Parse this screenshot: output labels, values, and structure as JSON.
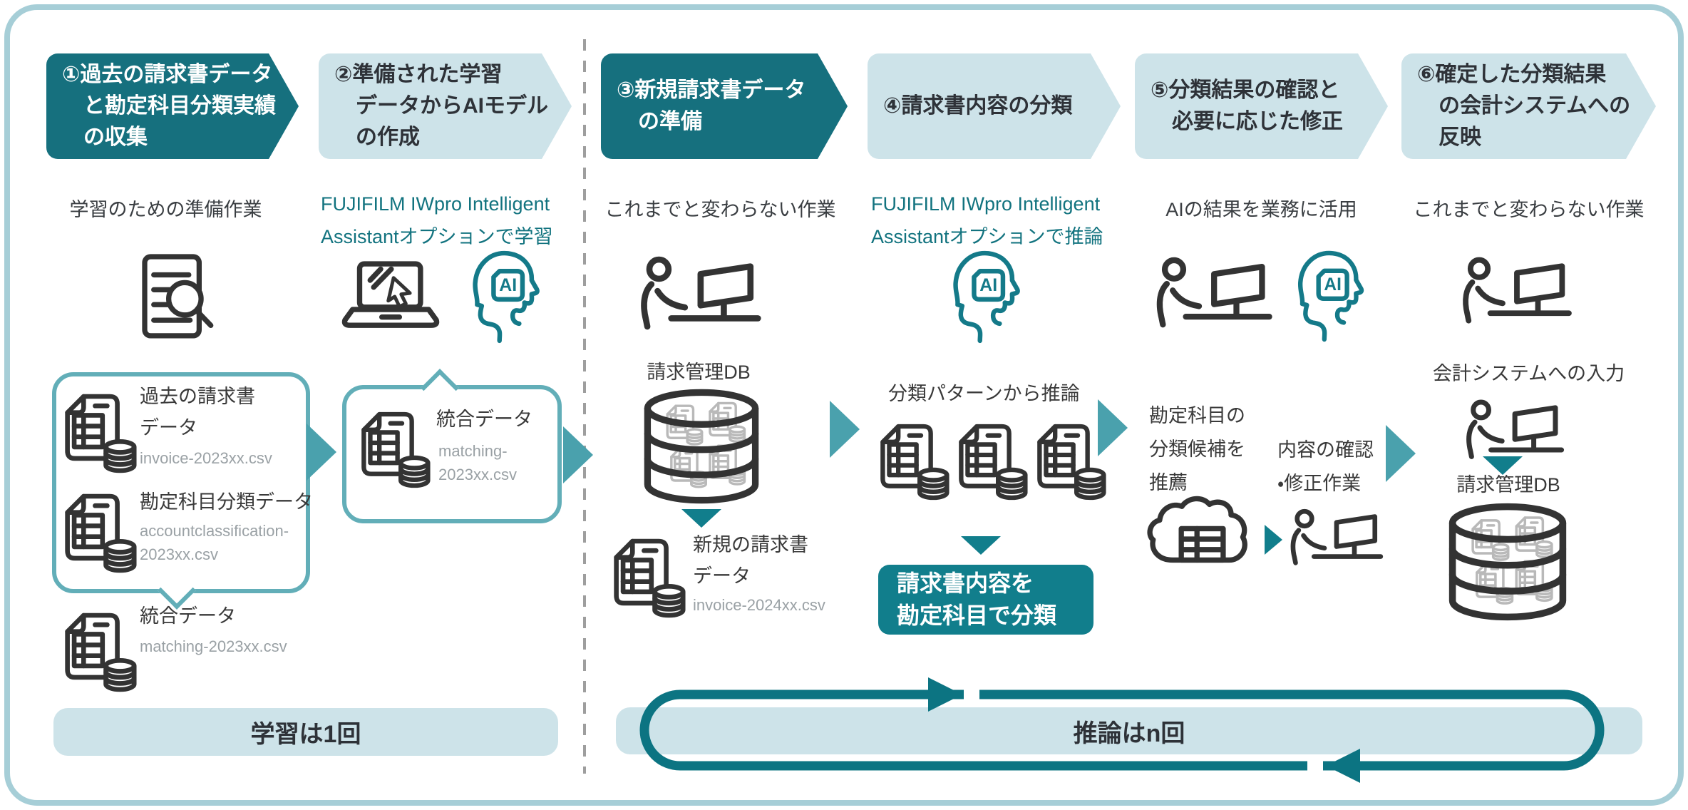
{
  "colors": {
    "teal_dark": "#16707e",
    "teal_box": "#117e8c",
    "teal_arrow": "#4aa1ad",
    "teal_icon": "#147a89",
    "light_blue": "#cde3e9",
    "bubble_border": "#62aeb8",
    "frame_border": "#a6ced7",
    "ink": "#333333",
    "file_gray": "#9aa1a5"
  },
  "icons": {
    "ai_chip": "AI"
  },
  "steps": [
    {
      "label": "①過去の請求書データ\n　と勘定科目分類実績\n　の収集",
      "subtitle": "学習のための準備作業"
    },
    {
      "label": "②準備された学習\n　データからAIモデル\n　の作成",
      "subtitle": "FUJIFILM IWpro Intelligent\nAssistantオプションで学習"
    },
    {
      "label": "③新規請求書データ\n　の準備",
      "subtitle": "これまでと変わらない作業"
    },
    {
      "label": "④請求書内容の分類",
      "subtitle": "FUJIFILM IWpro Intelligent\nAssistantオプションで推論"
    },
    {
      "label": "⑤分類結果の確認と\n　必要に応じた修正",
      "subtitle": "AIの結果を業務に活用"
    },
    {
      "label": "⑥確定した分類結果\n　の会計システムへの\n　反映",
      "subtitle": "これまでと変わらない作業"
    }
  ],
  "step1": {
    "past_invoice_label": "過去の請求書\nデータ",
    "past_invoice_file": "invoice-2023xx.csv",
    "account_label": "勘定科目分類データ",
    "account_file": "accountclassification-\n2023xx.csv",
    "merged_label": "統合データ",
    "merged_file": "matching-2023xx.csv"
  },
  "step2": {
    "merged_label": "統合データ",
    "merged_file": "matching-\n2023xx.csv"
  },
  "step3": {
    "db_label": "請求管理DB",
    "new_invoice_label": "新規の請求書\nデータ",
    "new_invoice_file": "invoice-2024xx.csv"
  },
  "step4": {
    "pattern_label": "分類パターンから推論",
    "classify_box": "請求書内容を\n勘定科目で分類"
  },
  "step5": {
    "recommend": "勘定科目の\n分類候補を\n推薦",
    "check_fix": "内容の確認\n・修正作業"
  },
  "step6": {
    "input_label": "会計システムへの入力",
    "db_label": "請求管理DB"
  },
  "footer": {
    "learning": "学習は1回",
    "inference": "推論はn回"
  }
}
